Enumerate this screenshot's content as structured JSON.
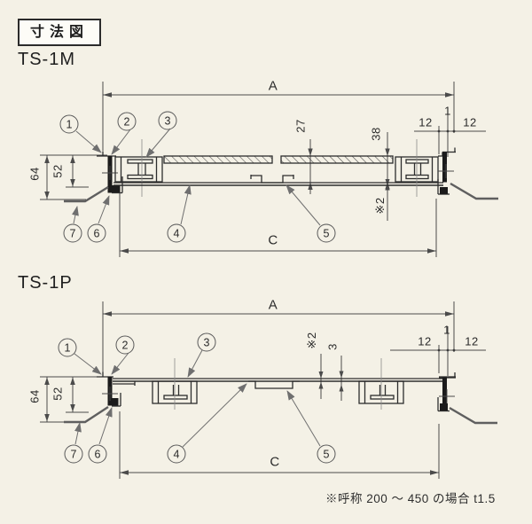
{
  "page": {
    "title": "寸法図",
    "note": "※呼称 200 〜 450 の場合 t1.5"
  },
  "colors": {
    "background": "#f4f1e6",
    "outline": "#2d2d2d",
    "dimension": "#4b4b4b",
    "leader": "#6f6f6f",
    "dark_fill": "#1b1b1b"
  },
  "ts1m": {
    "label": "TS-1M",
    "dims": {
      "a": "A",
      "c": "C",
      "h64": "64",
      "h52": "52",
      "d27": "27",
      "d38": "38",
      "t2": "※2",
      "w12l": "12",
      "w1": "1",
      "w12r": "12"
    },
    "callouts": [
      "1",
      "2",
      "3",
      "4",
      "5",
      "6",
      "7"
    ]
  },
  "ts1p": {
    "label": "TS-1P",
    "dims": {
      "a": "A",
      "c": "C",
      "h64": "64",
      "h52": "52",
      "t2": "※2",
      "d3": "3",
      "w12l": "12",
      "w1": "1",
      "w12r": "12"
    },
    "callouts": [
      "1",
      "2",
      "3",
      "4",
      "5",
      "6",
      "7"
    ]
  }
}
